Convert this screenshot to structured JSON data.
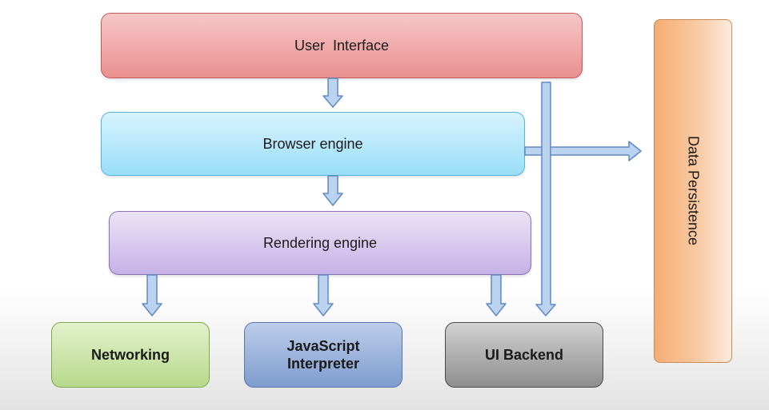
{
  "diagram": {
    "user_interface": "User  Interface",
    "browser_engine": "Browser engine",
    "rendering_engine": "Rendering engine",
    "networking": "Networking",
    "javascript_interpreter": "JavaScript\nInterpreter",
    "ui_backend": "UI Backend",
    "data_persistence": "Data Persistence"
  },
  "colors": {
    "user_interface": "#ea8f8f",
    "browser_engine": "#99def8",
    "rendering_engine": "#c6b1e6",
    "networking": "#b7d98b",
    "javascript_interpreter": "#7e9ccf",
    "ui_backend": "#8e8e8e",
    "data_persistence": "#f3ad72",
    "arrow_fill": "#bcd3ef",
    "arrow_stroke": "#5d8ac4"
  }
}
